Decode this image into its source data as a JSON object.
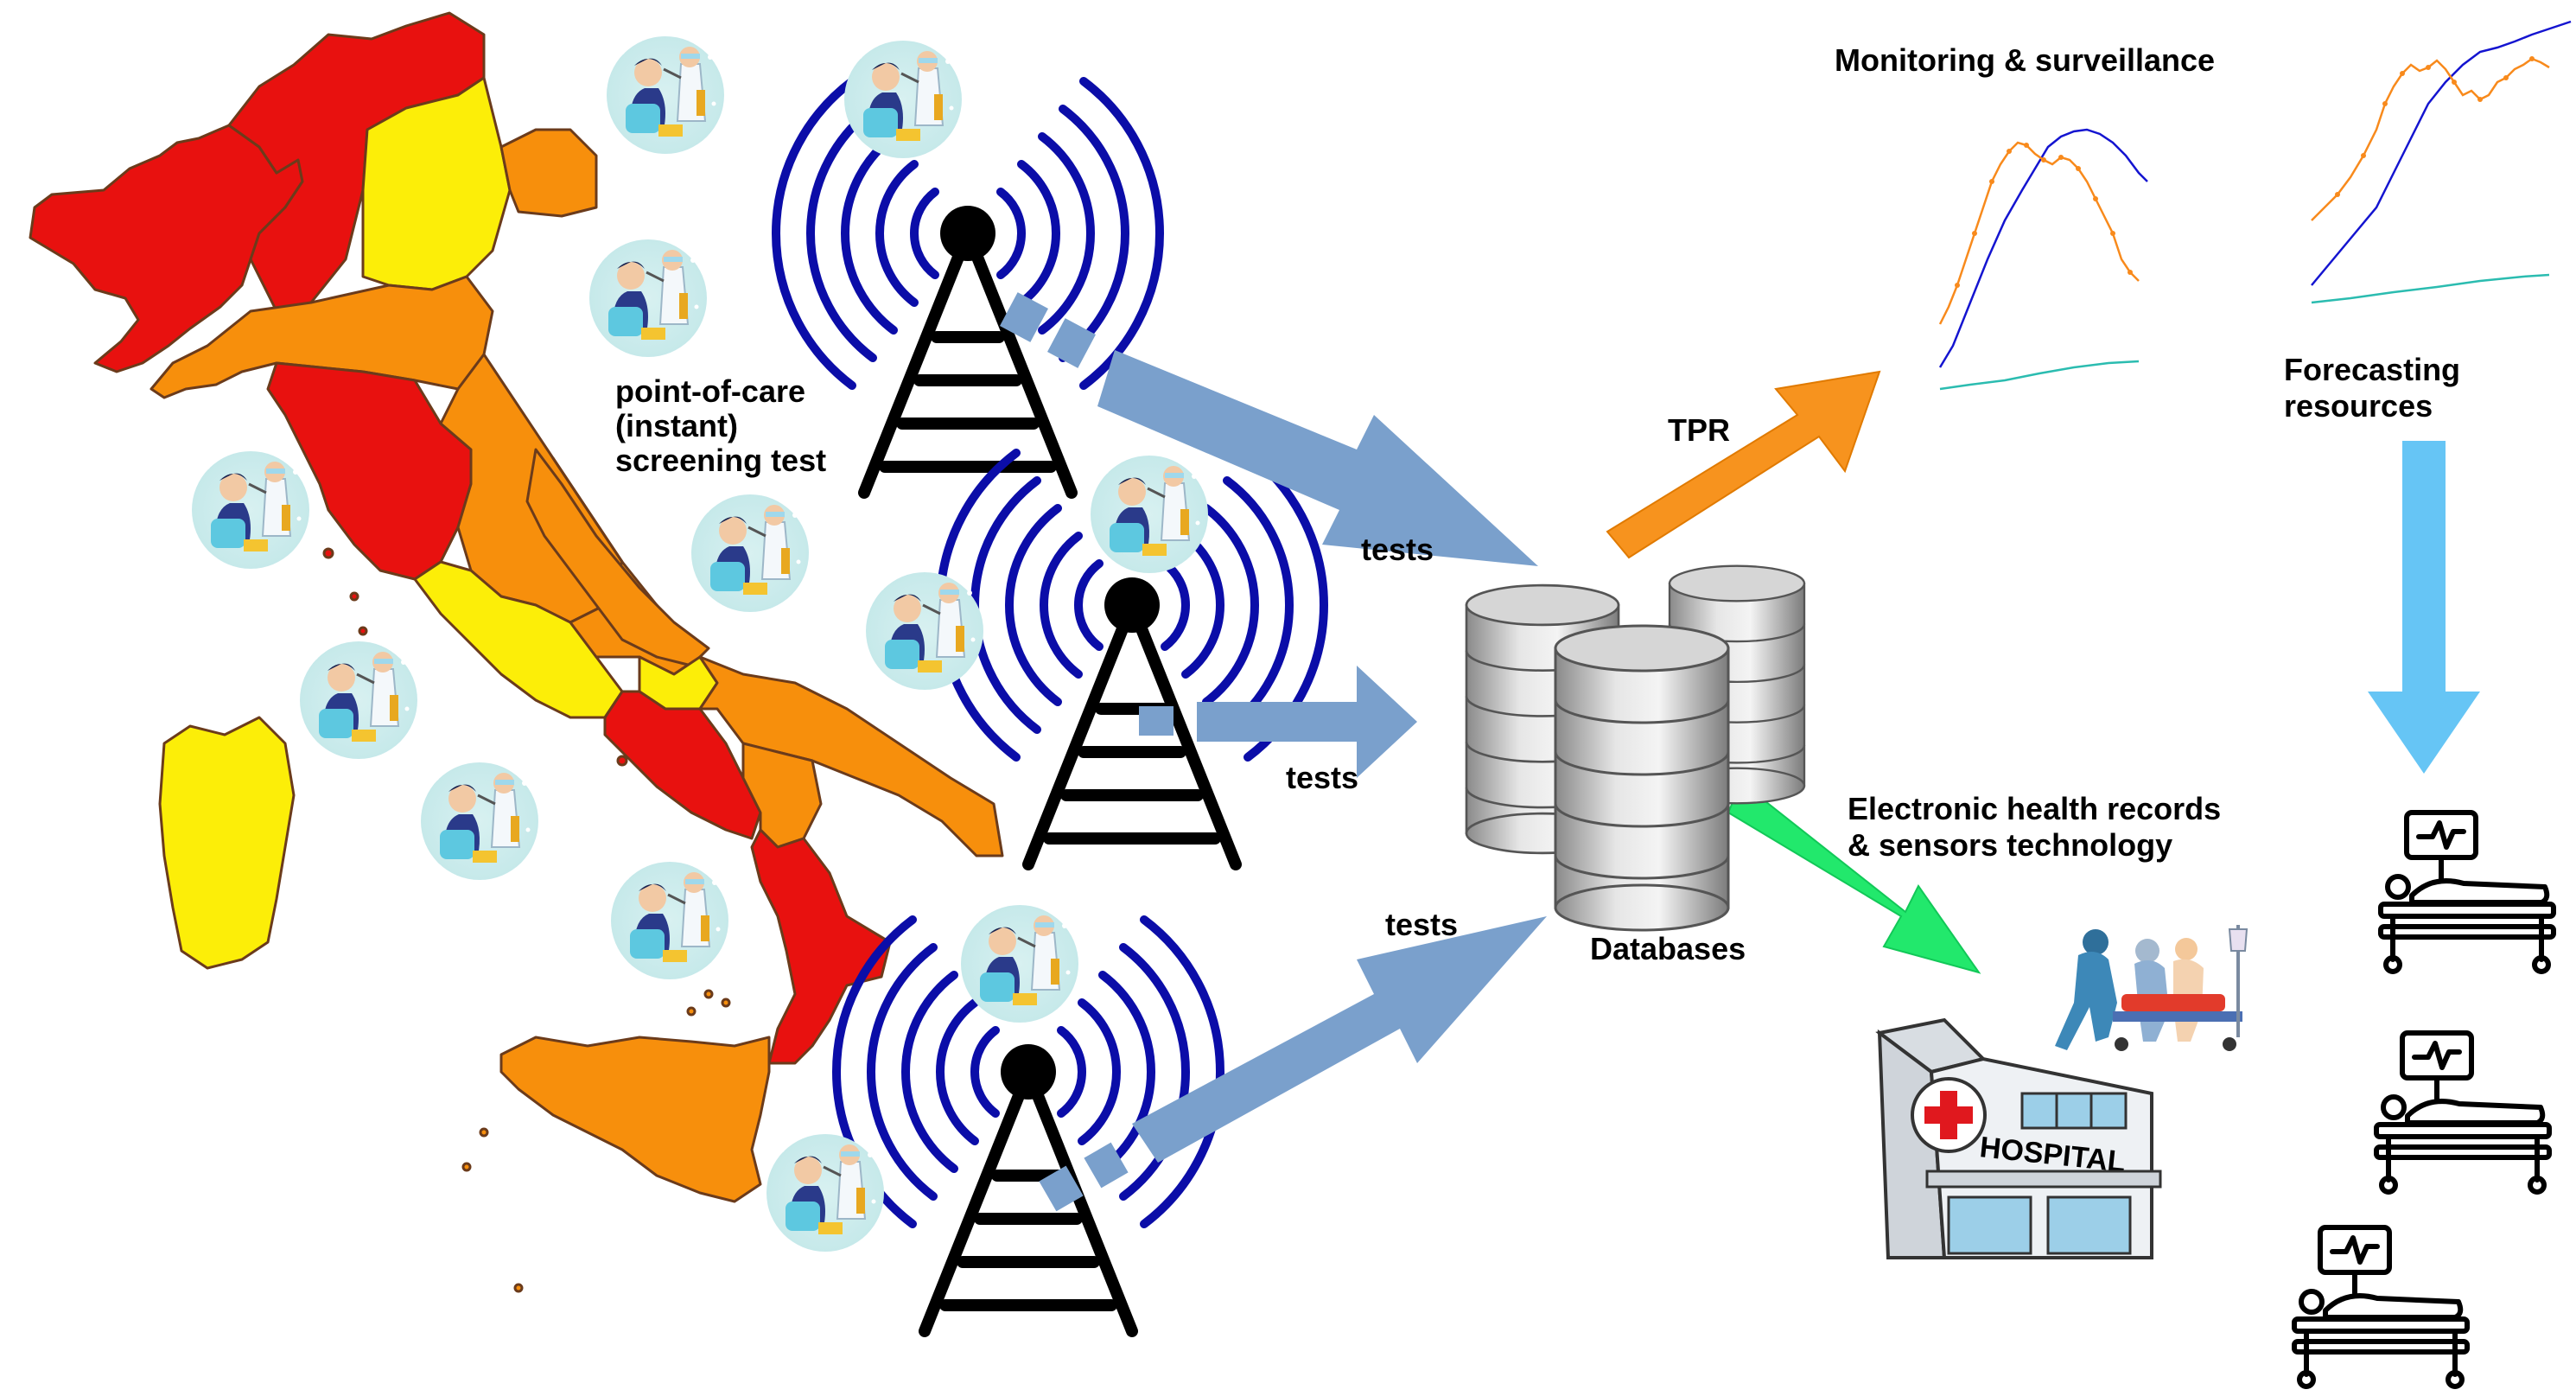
{
  "labels": {
    "poc_line1": "point-of-care",
    "poc_line2": "(instant)",
    "poc_line3": "screening test",
    "tests": "tests",
    "tpr": "TPR",
    "databases": "Databases",
    "monitoring": "Monitoring & surveillance",
    "forecasting_line1": "Forecasting",
    "forecasting_line2": "resources",
    "ehr_line1": "Electronic health records",
    "ehr_line2": "& sensors technology",
    "hospital_sign": "HOSPITAL"
  },
  "colors": {
    "region_red": "#e8110f",
    "region_orange": "#f78f0c",
    "region_yellow": "#fcee08",
    "antenna_wave": "#0b0da8",
    "arrow_blue": "#7aa0cc",
    "arrow_orange": "#f7931e",
    "arrow_green": "#22e86c",
    "arrow_lightblue": "#66c5f5",
    "series_orange": "#f88a1c",
    "series_blue": "#1414d0",
    "series_teal": "#2bbcb0"
  },
  "icons": [
    "italy-map",
    "screening-test-icon",
    "antenna-tower-icon",
    "database-icon",
    "hospital-icon",
    "paramedics-icon",
    "hospital-bed-icon"
  ]
}
